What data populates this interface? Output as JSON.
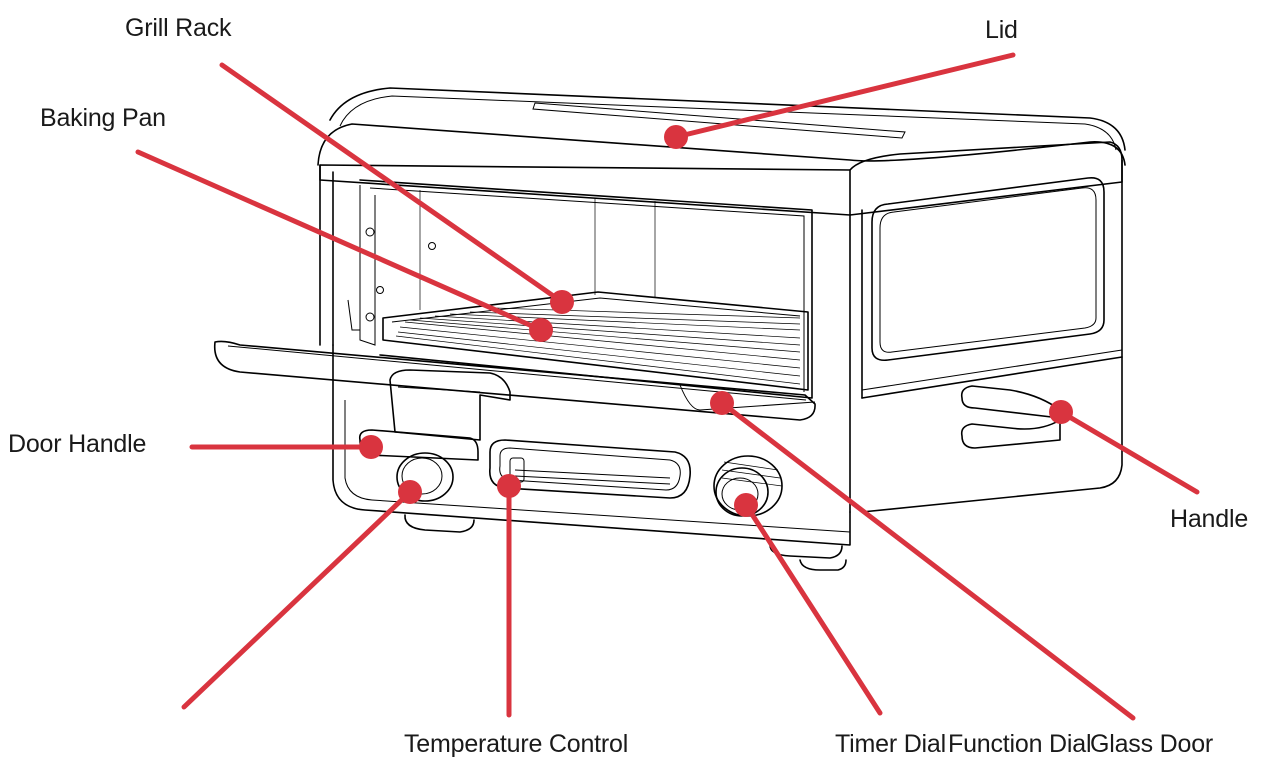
{
  "colors": {
    "leader": "#d9343f",
    "outline": "#000000",
    "background": "#ffffff"
  },
  "labels": {
    "grill_rack": "Grill Rack",
    "lid": "Lid",
    "baking_pan": "Baking Pan",
    "door_handle": "Door Handle",
    "handle": "Handle",
    "temperature_control": "Temperature Control",
    "timer_dial": "Timer Dial",
    "function_dial": "Function Dial",
    "glass_door": "Glass Door"
  }
}
